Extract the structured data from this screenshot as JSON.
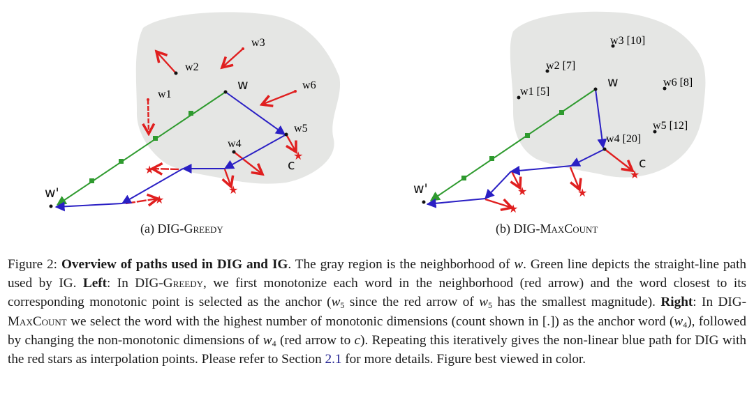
{
  "figure": {
    "colors": {
      "region": "#e5e6e4",
      "straight_path": "#2e9a2e",
      "dig_path": "#2a1fc4",
      "monotonize": "#e01f1f",
      "point": "#111111"
    },
    "panels": [
      {
        "id": "a",
        "subcaption_prefix": "(a) DIG-",
        "subcaption_method": "Greedy",
        "baseline_label": "w'",
        "input_label": "w",
        "end_label": "c",
        "neighbors": [
          {
            "name": "w",
            "index": "1"
          },
          {
            "name": "w",
            "index": "2"
          },
          {
            "name": "w",
            "index": "3"
          },
          {
            "name": "w",
            "index": "4"
          },
          {
            "name": "w",
            "index": "5"
          },
          {
            "name": "w",
            "index": "6"
          }
        ],
        "anchor": "w5"
      },
      {
        "id": "b",
        "subcaption_prefix": "(b) DIG-",
        "subcaption_method": "MaxCount",
        "baseline_label": "w'",
        "input_label": "w",
        "end_label": "c",
        "neighbors": [
          {
            "name": "w",
            "index": "1",
            "count": "[5]"
          },
          {
            "name": "w",
            "index": "2",
            "count": "[7]"
          },
          {
            "name": "w",
            "index": "3",
            "count": "[10]"
          },
          {
            "name": "w",
            "index": "4",
            "count": "[20]"
          },
          {
            "name": "w",
            "index": "5",
            "count": "[12]"
          },
          {
            "name": "w",
            "index": "6",
            "count": "[8]"
          }
        ],
        "anchor": "w4"
      }
    ]
  },
  "caption": {
    "label": "Figure 2:",
    "title": "Overview of paths used in DIG and IG",
    "t1": ". The gray region is the neighborhood of ",
    "w": "w",
    "t2": ". Green line depicts the straight-line path used by IG. ",
    "left": "Left",
    "t3": ": In DIG-",
    "greedy": "Greedy",
    "t4": ", we first monotonize each word in the neighborhood (red arrow) and the word closest to its corresponding monotonic point is selected as the anchor (",
    "w5_base": "w",
    "w5_sub": "5",
    "t5": " since the red arrow of ",
    "t6": " has the smallest magnitude). ",
    "right": "Right",
    "t7": ": In DIG-",
    "maxcount": "MaxCount",
    "t8": " we select the word with the highest number of monotonic dimensions (count shown in [.]) as the anchor word (",
    "w4_base": "w",
    "w4_sub": "4",
    "t9": "), followed by changing the non-monotonic dimensions of ",
    "t10": " (red arrow to ",
    "c": "c",
    "t11": "). Repeating this iteratively gives the non-linear blue path for DIG with the red stars as interpolation points. Please refer to Section ",
    "section_ref": "2.1",
    "t12": " for more details. Figure best viewed in color."
  }
}
